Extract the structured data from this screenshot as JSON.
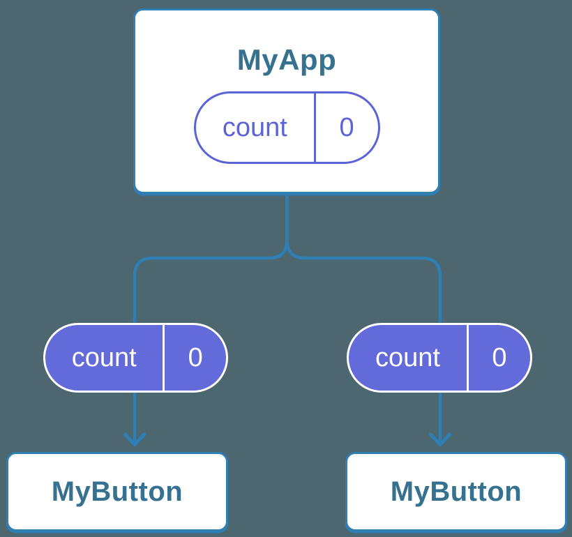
{
  "diagram": {
    "description": "React component tree showing state lifted to parent and passed down as props",
    "colors": {
      "background": "#4C6770",
      "connector_line": "#2F7EB4",
      "card_fill": "#FFFFFF",
      "card_label": "#36718F",
      "pill_outline_purple": "#5A63D8",
      "pill_solid_purple": "#636AD9",
      "pill_solid_text": "#FFFFFF"
    },
    "root": {
      "title": "MyApp",
      "state": {
        "name": "count",
        "value": "0"
      }
    },
    "children": [
      {
        "title": "MyButton",
        "prop": {
          "name": "count",
          "value": "0"
        }
      },
      {
        "title": "MyButton",
        "prop": {
          "name": "count",
          "value": "0"
        }
      }
    ]
  }
}
